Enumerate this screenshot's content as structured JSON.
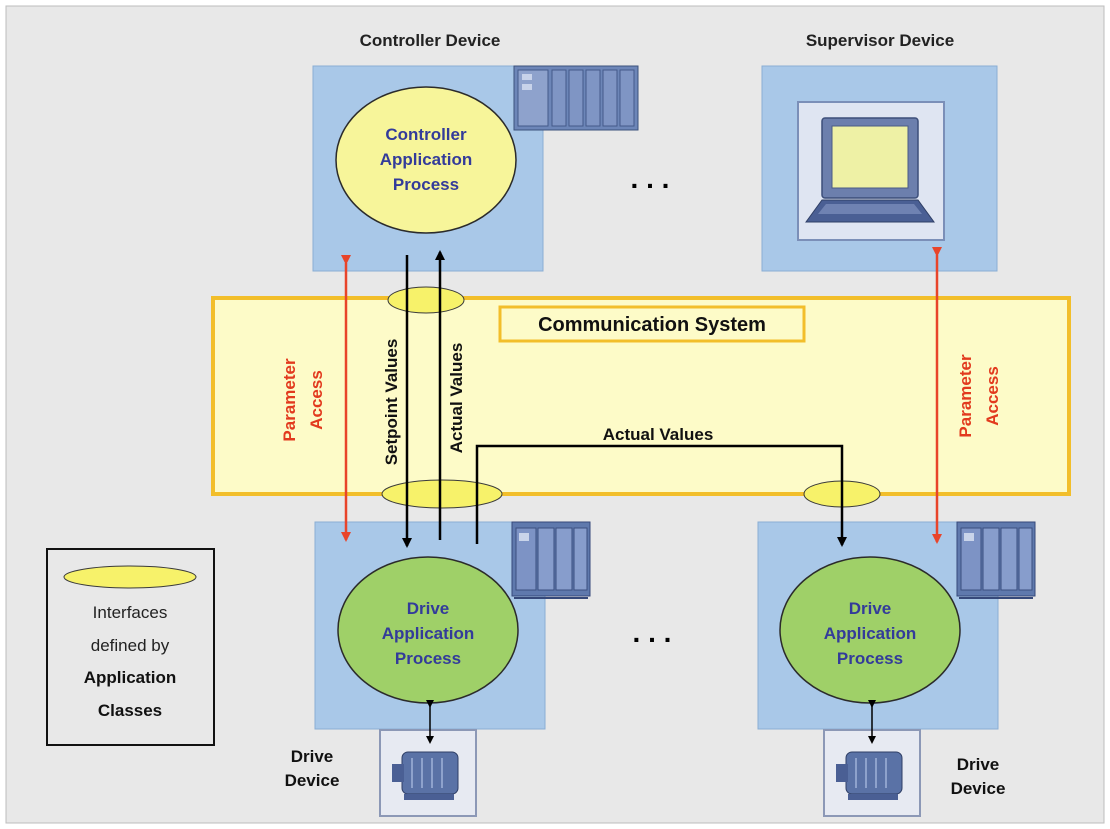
{
  "device_titles": {
    "controller": "Controller Device",
    "supervisor": "Supervisor Device"
  },
  "controller_process": [
    "Controller",
    "Application",
    "Process"
  ],
  "drive_process": [
    "Drive",
    "Application",
    "Process"
  ],
  "communication_system": "Communication System",
  "ellipsis": ". . .",
  "flows": {
    "setpoint": "Setpoint Values",
    "actual_vertical": "Actual Values",
    "actual_horizontal": "Actual Values",
    "parameter_line1": "Parameter",
    "parameter_line2": "Access"
  },
  "drive_device_label": [
    "Drive",
    "Device"
  ],
  "legend": {
    "line1": "Interfaces",
    "line2": "defined by",
    "line3": "Application",
    "line4": "Classes"
  },
  "colors": {
    "background": "#e8e8e8",
    "device_box": "#a9c8e8",
    "comm_band": "#fdfbc8",
    "comm_border": "#f2be2a",
    "controller_ellipse": "#f7f59a",
    "drive_ellipse": "#9fd068",
    "process_text": "#333b9a",
    "parameter_text": "#e23a1e",
    "arrow_red": "#e8442a",
    "interface_fill": "#f7f26a"
  },
  "icons": {
    "plc_controller": "plc-rack-icon",
    "laptop": "laptop-icon",
    "drive_module": "drive-module-icon",
    "motor": "motor-icon"
  }
}
